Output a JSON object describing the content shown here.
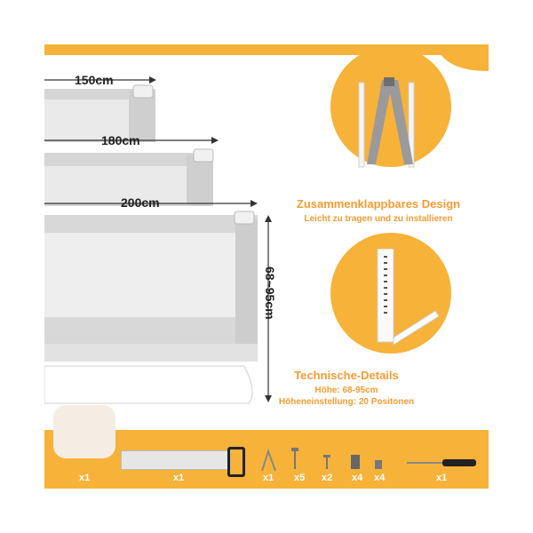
{
  "dimensions": {
    "width_small": "150cm",
    "width_medium": "180cm",
    "width_large": "200cm",
    "height_range": "68~95cm"
  },
  "features": [
    {
      "title": "Zusammenklappbares Design",
      "subtitle": "Leicht zu tragen und zu installieren"
    },
    {
      "title": "Technische-Details",
      "line1": "Höhe: 68-95cm",
      "line2": "Höheneinstellung: 20 Positonen"
    }
  ],
  "parts": [
    {
      "name": "corner-connector",
      "qty": "x1"
    },
    {
      "name": "strap",
      "qty": "x1"
    },
    {
      "name": "hex-key",
      "qty": "x1"
    },
    {
      "name": "long-screw",
      "qty": "x5"
    },
    {
      "name": "short-screw",
      "qty": "x2"
    },
    {
      "name": "bolt",
      "qty": "x4"
    },
    {
      "name": "nut",
      "qty": "x4"
    },
    {
      "name": "screwdriver",
      "qty": "x1"
    }
  ],
  "colors": {
    "accent": "#f7b23a",
    "accent_text": "#f39c32",
    "rail_gray": "#d6d6d6"
  }
}
